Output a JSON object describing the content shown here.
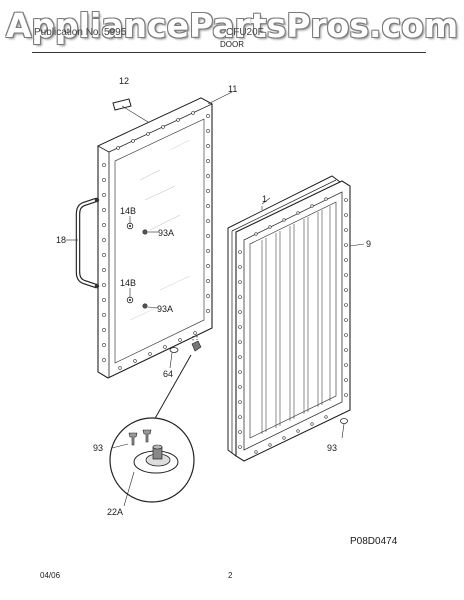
{
  "header": {
    "watermark": "AppliancePartsPros.com",
    "left_text": "Publication No. 5995",
    "model_text": "CFU20F",
    "section_title": "DOOR"
  },
  "callouts": {
    "p12": "12",
    "p11": "11",
    "p1": "1",
    "p14b_upper": "14B",
    "p93a_upper": "93A",
    "p18": "18",
    "p9": "9",
    "p14b_lower": "14B",
    "p93a_lower": "93A",
    "p64": "64",
    "p93_left": "93",
    "p93_right": "93",
    "p22a": "22A"
  },
  "figure_ref": "P08D0474",
  "footer": {
    "date": "04/06",
    "page": "2"
  }
}
